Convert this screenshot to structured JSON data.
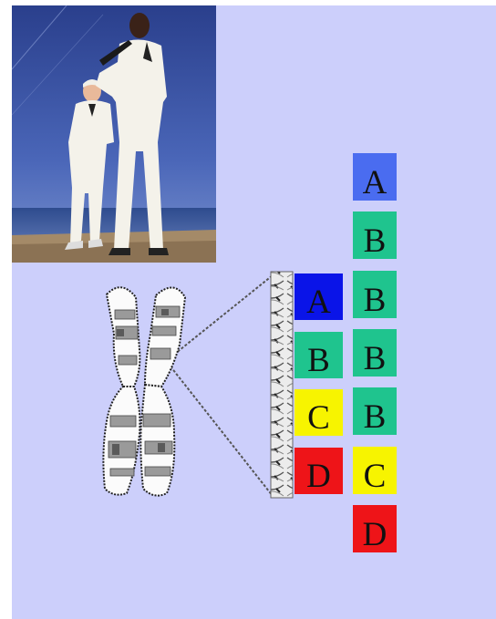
{
  "colors": {
    "background": "#cccffb",
    "blue_light": "#4a6cf0",
    "blue": "#0a14e8",
    "teal": "#1fc48e",
    "yellow": "#f7f400",
    "red": "#ee1418"
  },
  "left_column": [
    {
      "label": "A",
      "color": "#0a14e8"
    },
    {
      "label": "B",
      "color": "#1fc48e"
    },
    {
      "label": "C",
      "color": "#f7f400"
    },
    {
      "label": "D",
      "color": "#ee1418"
    }
  ],
  "right_column": [
    {
      "label": "A",
      "color": "#4a6cf0"
    },
    {
      "label": "B",
      "color": "#1fc48e"
    },
    {
      "label": "B",
      "color": "#1fc48e"
    },
    {
      "label": "B",
      "color": "#1fc48e"
    },
    {
      "label": "B",
      "color": "#1fc48e"
    },
    {
      "label": "C",
      "color": "#f7f400"
    },
    {
      "label": "D",
      "color": "#ee1418"
    }
  ]
}
